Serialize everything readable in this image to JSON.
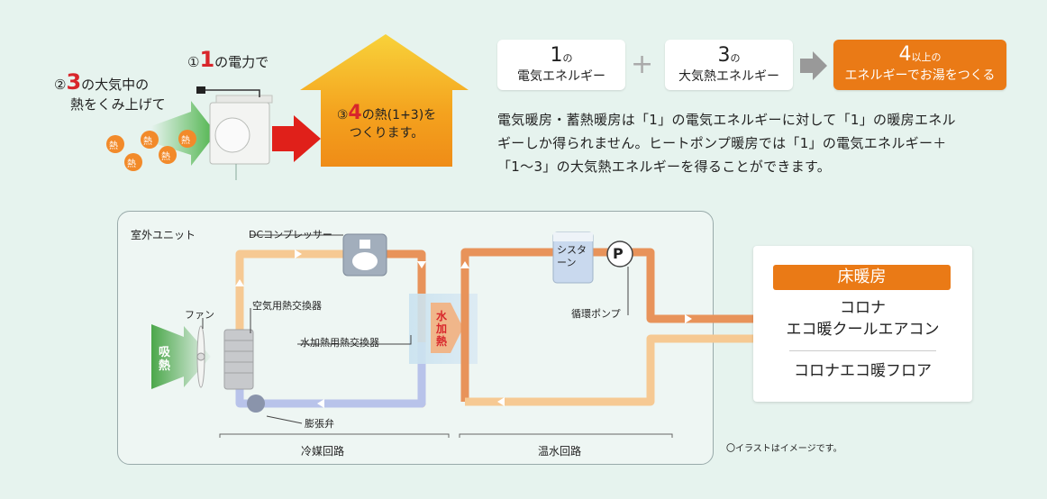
{
  "top_left": {
    "step1_num": "①",
    "step1_val": "1",
    "step1_text": "の電力で",
    "step2_num": "②",
    "step2_val": "3",
    "step2_text": "の大気中の",
    "step2_text2": "熱をくみ上げて",
    "heat_char": "熱",
    "step3_num": "③",
    "step3_val": "4",
    "step3_text": "の熱(1+3)を",
    "step3_text2": "つくります。"
  },
  "equation": {
    "box1_num": "1",
    "box1_small": "の",
    "box1_label": "電気エネルギー",
    "plus": "+",
    "box2_num": "3",
    "box2_small": "の",
    "box2_label": "大気熱エネルギー",
    "box3_num": "4",
    "box3_small": "以上の",
    "box3_label": "エネルギーでお湯をつくる"
  },
  "description": [
    "電気暖房・蓄熱暖房は「1」の電気エネルギーに対して「1」の暖房エネル",
    "ギーしか得られません。ヒートポンプ暖房では「1」の電気エネルギー＋",
    "「1～3」の大気熱エネルギーを得ることができます。"
  ],
  "diagram": {
    "outdoor_unit": "室外ユニット",
    "compressor": "DCコンプレッサー",
    "air_hx": "空気用熱交換器",
    "fan": "ファン",
    "intake": "吸熱",
    "water_hx": "水加熱用熱交換器",
    "water_heat": "水加熱",
    "expansion_valve": "膨張弁",
    "cistern": "シスターン",
    "pump_mark": "P",
    "pump": "循環ポンプ",
    "refrigerant_circuit": "冷媒回路",
    "hot_water_circuit": "温水回路",
    "note": "〇イラストはイメージです。"
  },
  "floor_heating": {
    "title": "床暖房",
    "line1": "コロナ",
    "line2": "エコ暖クールエアコン",
    "line3": "コロナエコ暖フロア"
  },
  "colors": {
    "accent_orange": "#ea7a16",
    "red": "#d8262b",
    "green_arrow": "#58b84a",
    "pipe_orange": "#e8935a",
    "pipe_light": "#f5c88f",
    "pipe_blue": "#b8c3ea"
  }
}
